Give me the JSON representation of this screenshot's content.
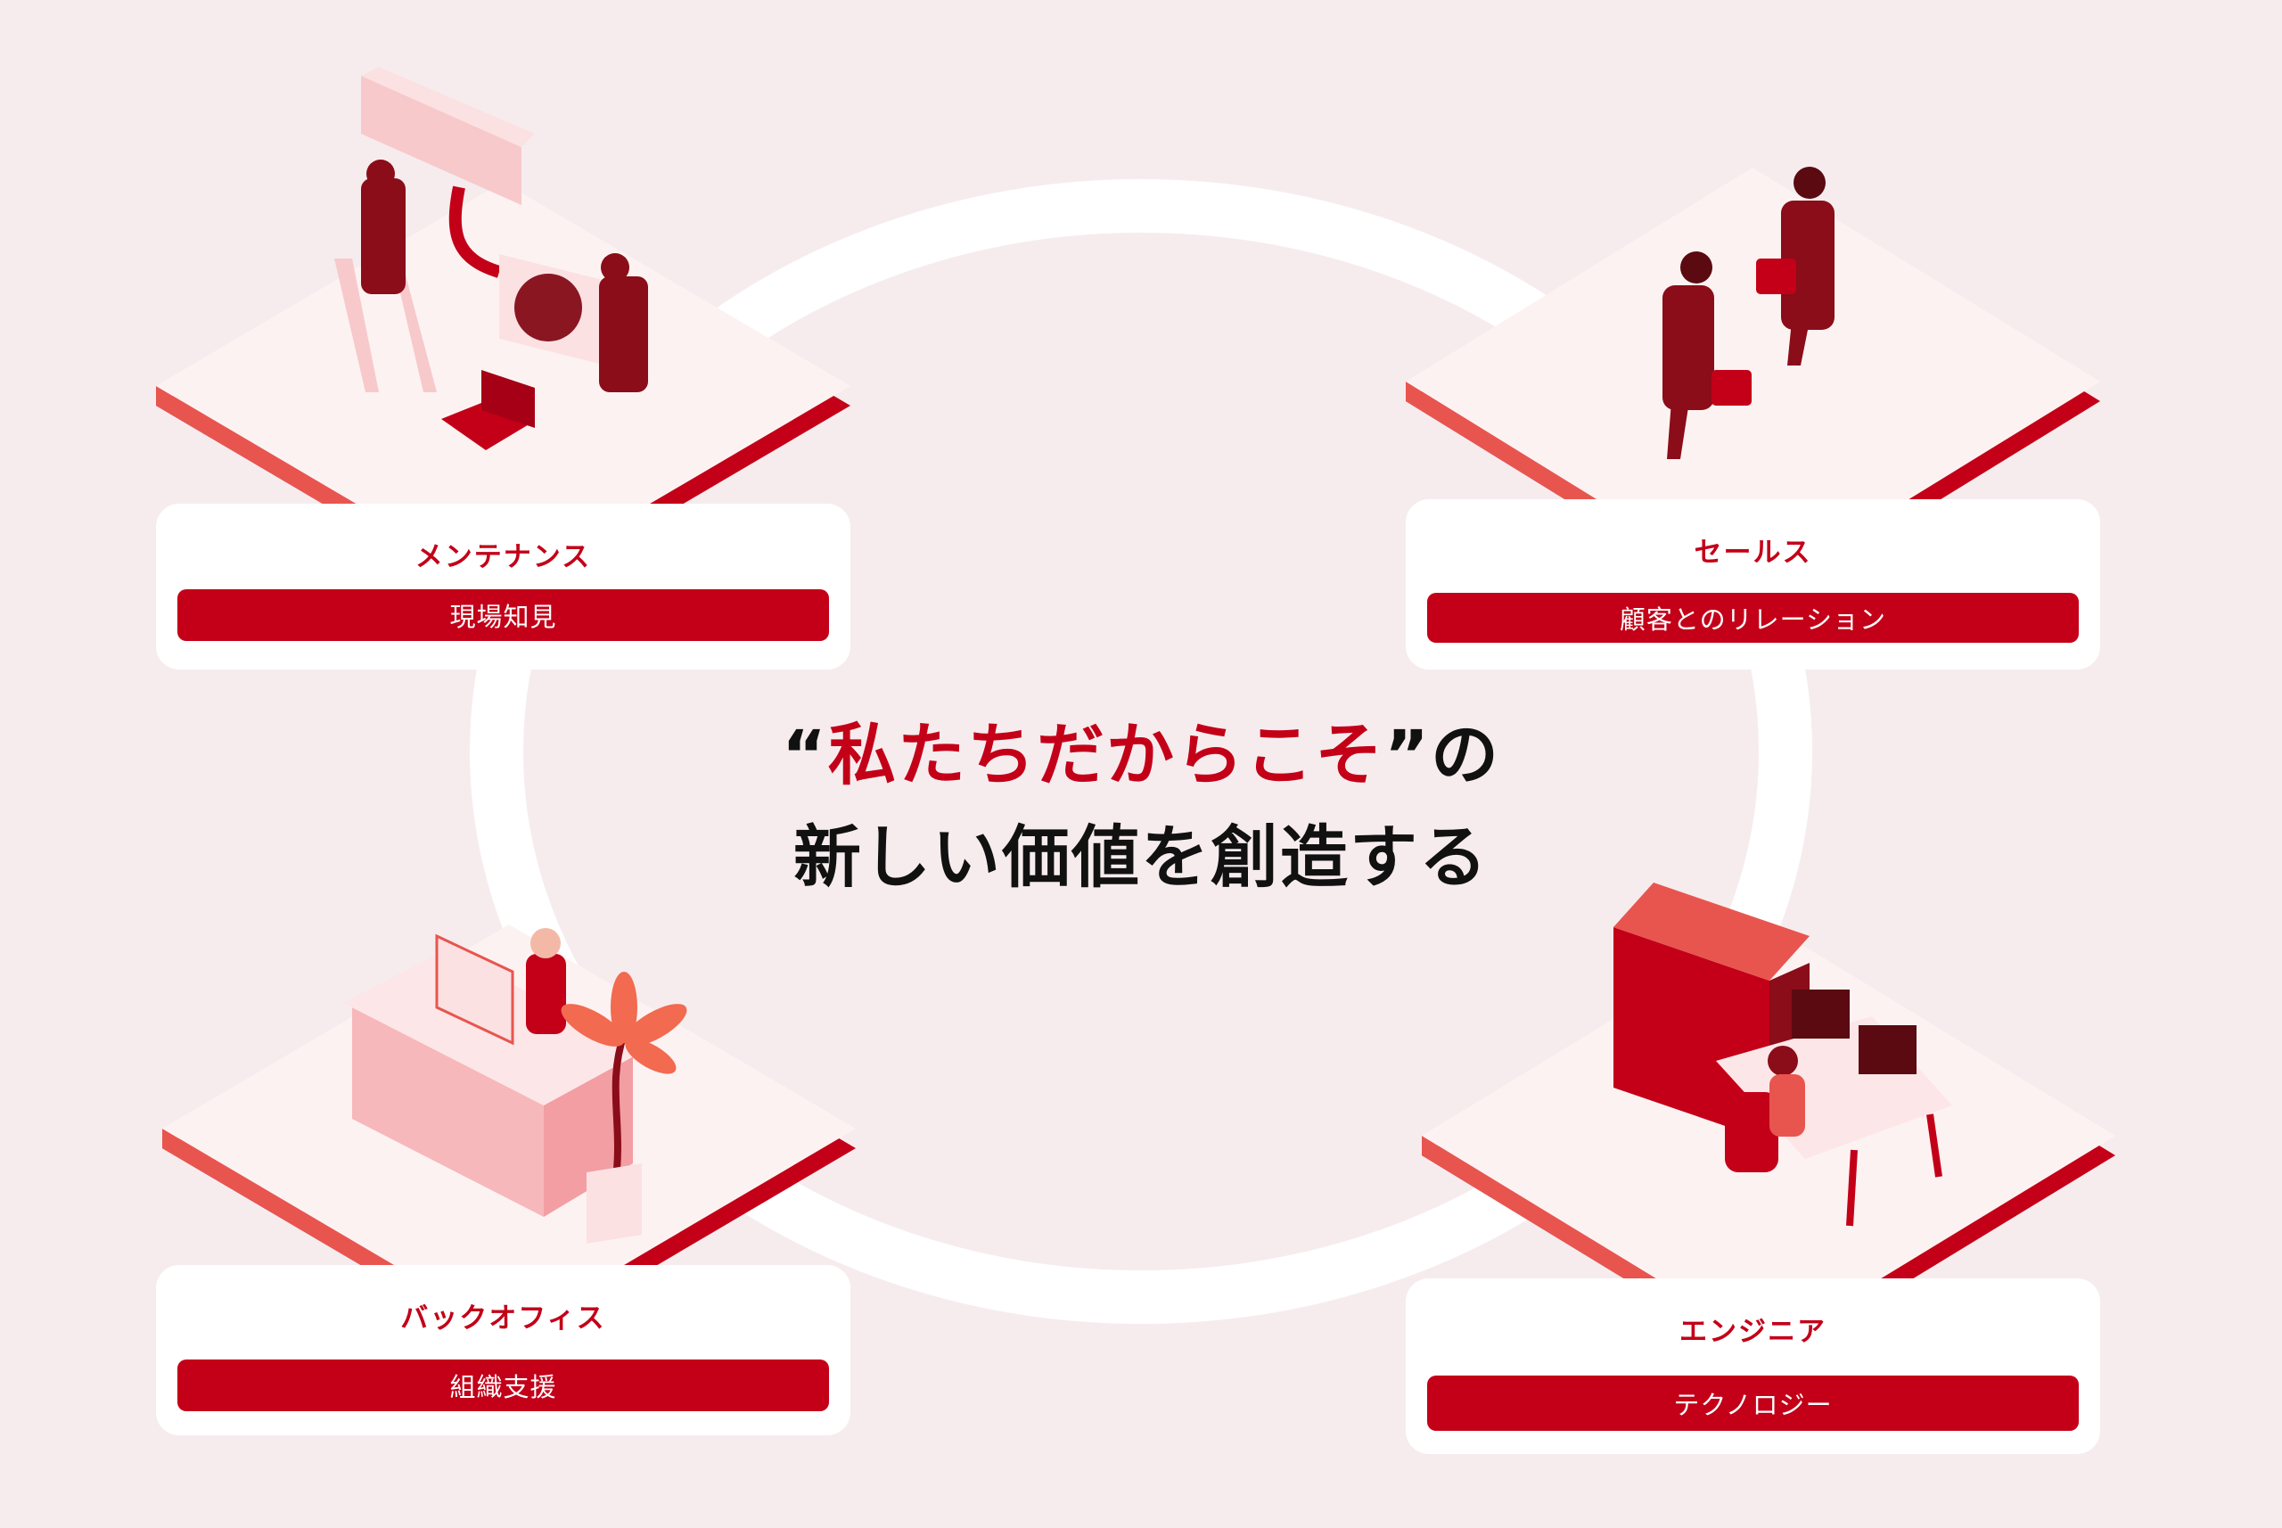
{
  "headline": {
    "quote_open": "“",
    "emphasis": "私たちだからこそ",
    "quote_close": "”の",
    "line2": "新しい価値を創造する"
  },
  "cards": [
    {
      "title": "メンテナンス",
      "value": "現場知見",
      "illustration": "air-conditioner-repair"
    },
    {
      "title": "セールス",
      "value": "顧客とのリレーション",
      "illustration": "businesspeople-walking"
    },
    {
      "title": "バックオフィス",
      "value": "組織支援",
      "illustration": "reception-desk"
    },
    {
      "title": "エンジニア",
      "value": "テクノロジー",
      "illustration": "server-workstation"
    }
  ],
  "colors": {
    "accent": "#c30018",
    "background": "#f6ecee",
    "platform": "#fdf2f2"
  }
}
